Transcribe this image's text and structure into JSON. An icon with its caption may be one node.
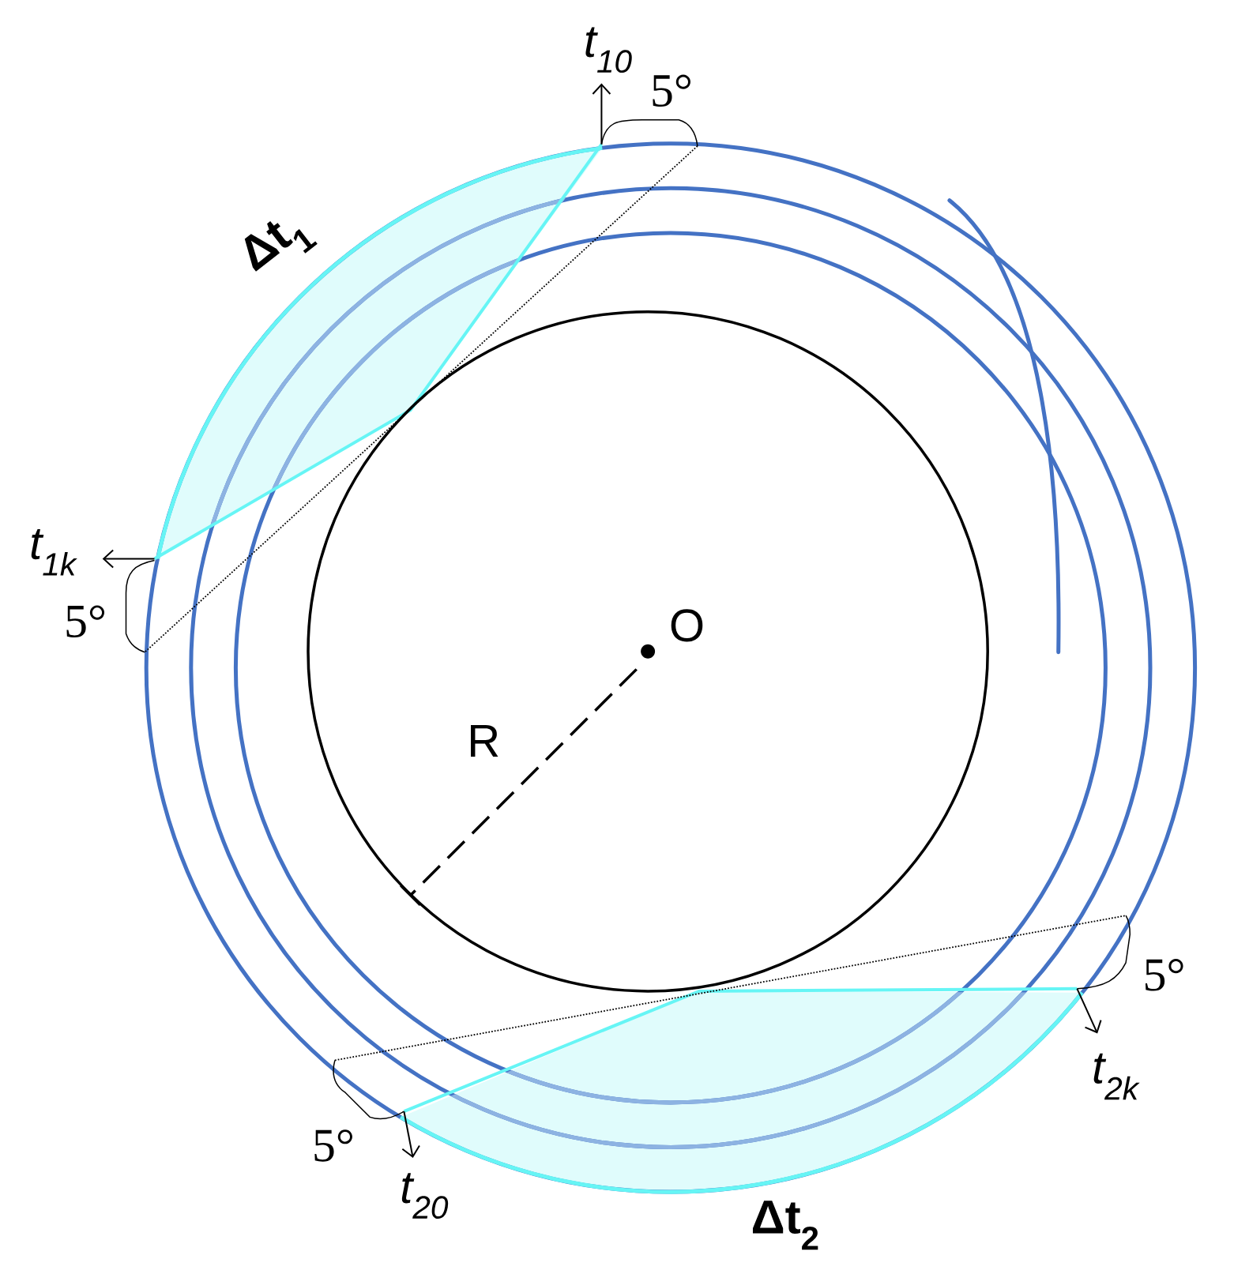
{
  "diagram": {
    "labels": [
      "t$_{10}$",
      "5°",
      "Δt$_{1}$",
      "t$_{1k}$",
      "5°",
      "O",
      "R",
      "5°",
      "t$_{2k}$",
      "5°",
      "t$_{20}$",
      "Δt$_{2}$"
    ]
  }
}
